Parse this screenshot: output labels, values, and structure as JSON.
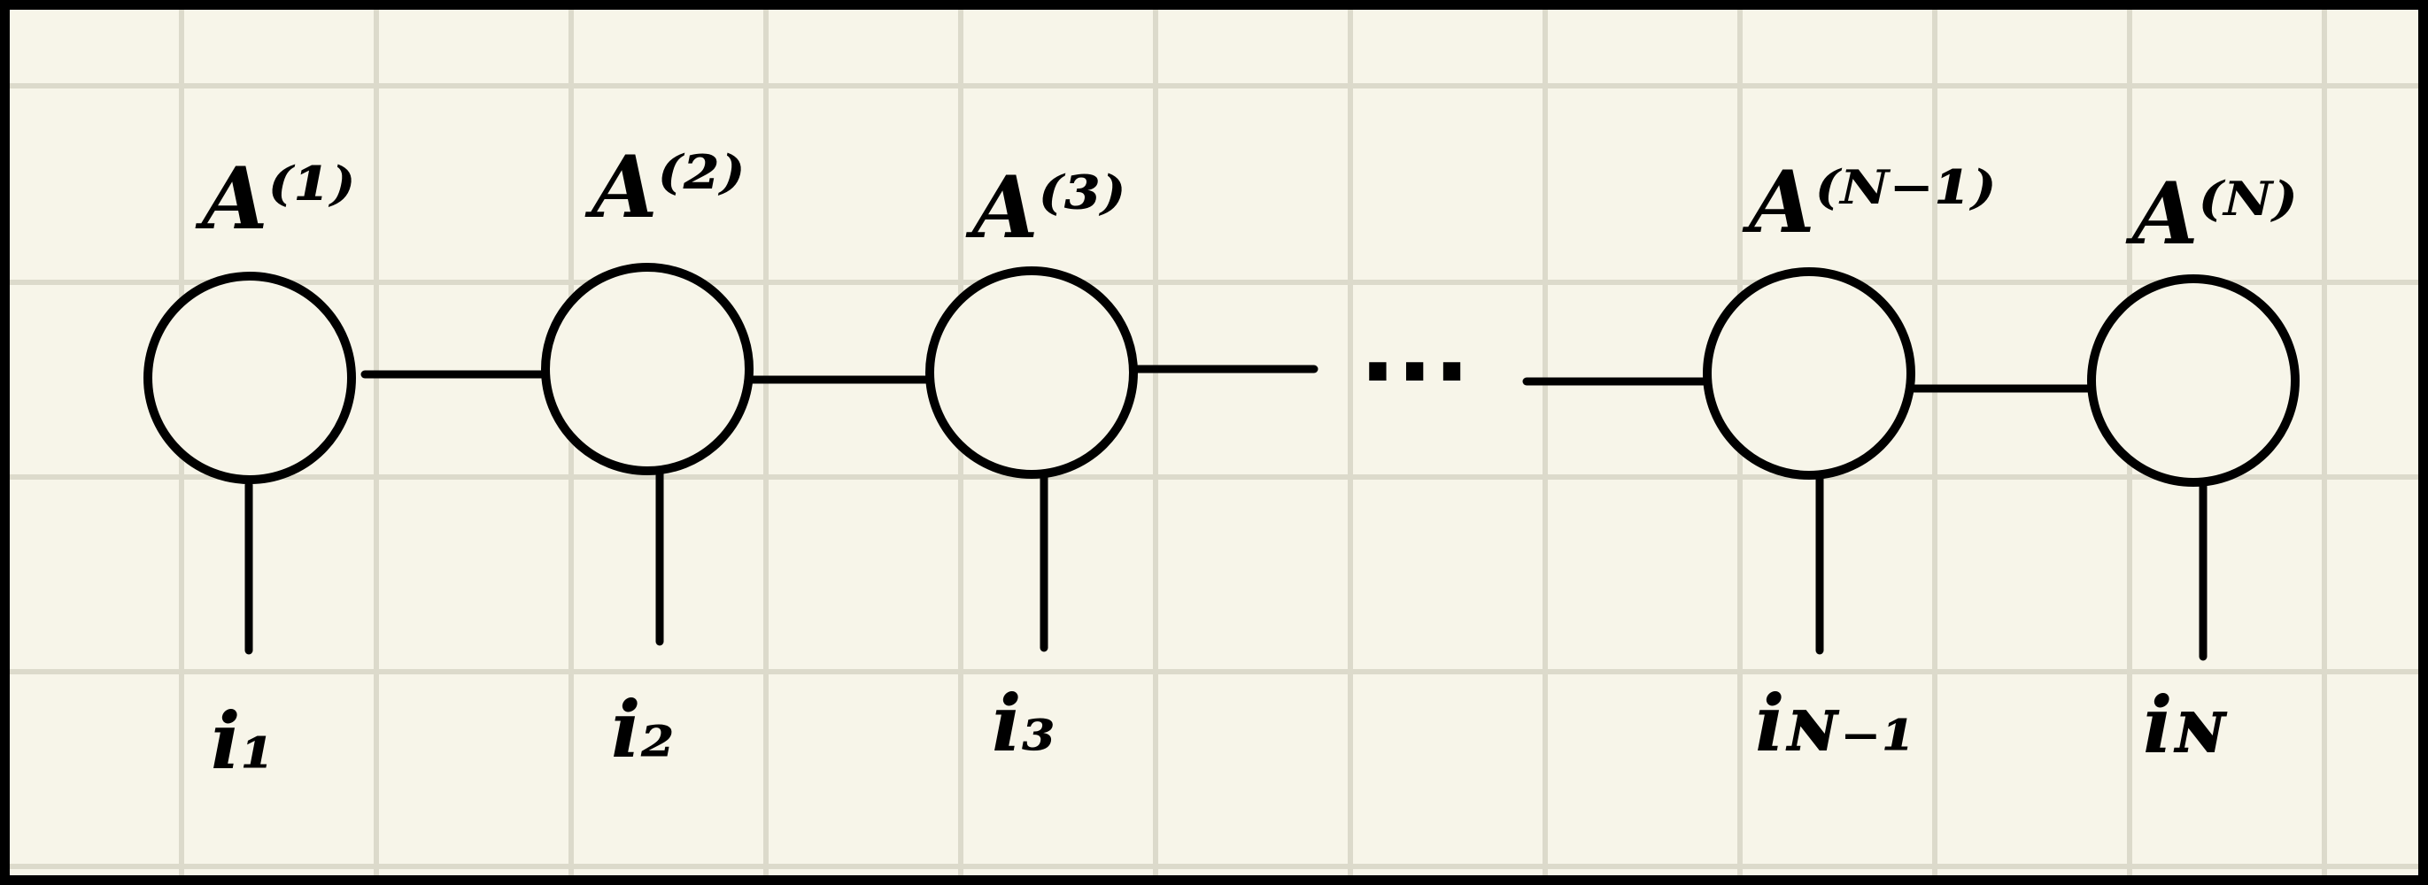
{
  "colors": {
    "paper": "#f7f5e9",
    "grid": "#dcdacb",
    "ink": "#000000"
  },
  "tensors": [
    {
      "label": "A⁽¹⁾",
      "index": "i₁"
    },
    {
      "label": "A⁽²⁾",
      "index": "i₂"
    },
    {
      "label": "A⁽³⁾",
      "index": "i₃"
    },
    {
      "label": "A⁽ᴺ⁻¹⁾",
      "index": "iɴ₋₁"
    },
    {
      "label": "A⁽ᴺ⁾",
      "index": "iɴ"
    }
  ],
  "ellipsis": "..."
}
